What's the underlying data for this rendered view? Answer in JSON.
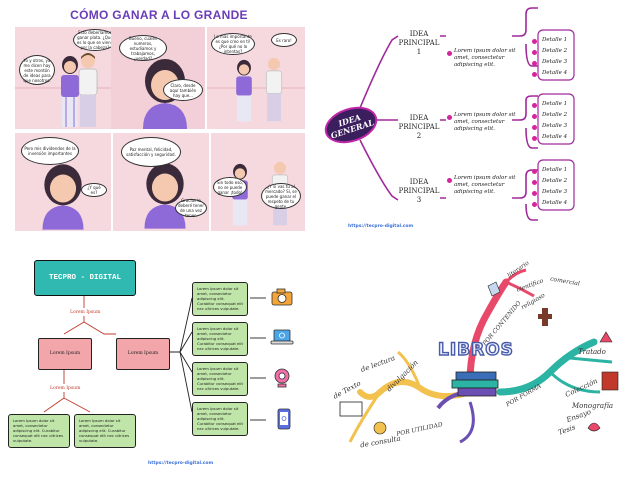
{
  "comic": {
    "title": "CÓMO GANAR A LO GRANDE",
    "bubbles": [
      "Esto deberíamos ganar plata. ¿Qué es lo que se viene por la cabeza?",
      "Yo y otros, ya me dicen hay este montón de ideas para que nosotros.",
      "Bueno, cuales numeros, estudiamos y trabajamos, ¿verdad?",
      "Es raro!",
      "Lo más importante es que creo en ti! ¿Por qué no lo intentas?",
      "Claro, desde aquí también hay que...",
      "Pero mis dividendos de la inversión importantes",
      "¿Y qué es?",
      "Paz mental, felicidad, satisfacción y seguridad.",
      "Gracias la deberé tener de una vez tener.",
      "Sin todo eso, no se puede ganar ¡todo!",
      "¿Y si vas tú al mercado? Sí, se puede ganar el respeto de tu gente."
    ],
    "colors": {
      "title": "#6a3db8",
      "background": "#f6d9df",
      "shirt": "#8e6ad8"
    }
  },
  "mindmap": {
    "center": "IDEA GENERAL",
    "branches": [
      {
        "label": "IDEA PRINCIPAL 1",
        "text": "Lorem ipsum dolor sit amet, consectetur adipiscing elit.",
        "details": [
          "Detalle 1",
          "Detalle 2",
          "Detalle 3",
          "Detalle 4"
        ]
      },
      {
        "label": "IDEA PRINCIPAL 2",
        "text": "Lorem ipsum dolor sit amet, consectetur adipiscing elit.",
        "details": [
          "Detalle 1",
          "Detalle 2",
          "Detalle 3",
          "Detalle 4"
        ]
      },
      {
        "label": "IDEA PRINCIPAL 3",
        "text": "Lorem ipsum dolor sit amet, consectetur adipiscing elit.",
        "details": [
          "Detalle 1",
          "Detalle 2",
          "Detalle 3",
          "Detalle 4"
        ]
      }
    ],
    "site": "https://tecpro-digital.com",
    "colors": {
      "center": "#3b1e5e",
      "accent": "#c026a8",
      "dot": "#d6249f"
    }
  },
  "flowchart": {
    "title": "TECPRO - DIGITAL",
    "top_label": "Lorem Ipsum",
    "left_box": "Lorem Ipsum",
    "right_box": "Lorem Ipsum",
    "mid_label": "Lorem Ipsum",
    "bottom_boxes": [
      "Lorem Ipsum dolor sit amet, consectetur adipiscing elit. Curabitur consequat elit nec ultrices vulputate.",
      "Lorem Ipsum dolor sit amet, consectetur adipiscing elit. Curabitur consequat elit nec ultrices vulputate."
    ],
    "right_boxes": [
      "Lorem Ipsum dolor sit amet, consectetur adipiscing elit. Curabitur consequat elit nec ultrices vulputate.",
      "Lorem Ipsum dolor sit amet, consectetur adipiscing elit. Curabitur consequat elit nec ultrices vulputate.",
      "Lorem Ipsum dolor sit amet, consectetur adipiscing elit. Curabitur consequat elit nec ultrices vulputate.",
      "Lorem Ipsum dolor sit amet, consectetur adipiscing elit. Curabitur consequat elit nec ultrices vulputate."
    ],
    "icons": [
      "camera-icon",
      "laptop-icon",
      "webcam-icon",
      "phone-icon"
    ],
    "site": "https://tecpro-digital.com",
    "colors": {
      "title": "#2fb9b0",
      "pink": "#f2a6aa",
      "green": "#bfe5a8",
      "red": "#c0392b"
    }
  },
  "libros": {
    "title": "LIBROS",
    "labels": {
      "por_contenido": "POR CONTENIDO",
      "por_forma": "POR FORMA",
      "por_utilidad": "POR UTILIDAD",
      "de_lectura": "de lectura",
      "divulgacion": "divulgación",
      "de_texto": "de Texto",
      "de_consulta": "de consulta",
      "religioso": "religioso",
      "literario": "literario",
      "cientifico": "científico",
      "comercial": "comercial",
      "tratado": "Tratado",
      "coleccion": "Colección",
      "monografia": "Monografía",
      "ensayo": "Ensayo",
      "tesis": "Tesis"
    },
    "colors": {
      "title_stroke": "#4a5aa8",
      "branch_pink": "#e8496a",
      "branch_yellow": "#f2c14e",
      "branch_teal": "#2bb3a3",
      "branch_purple": "#6b4fb3"
    }
  }
}
